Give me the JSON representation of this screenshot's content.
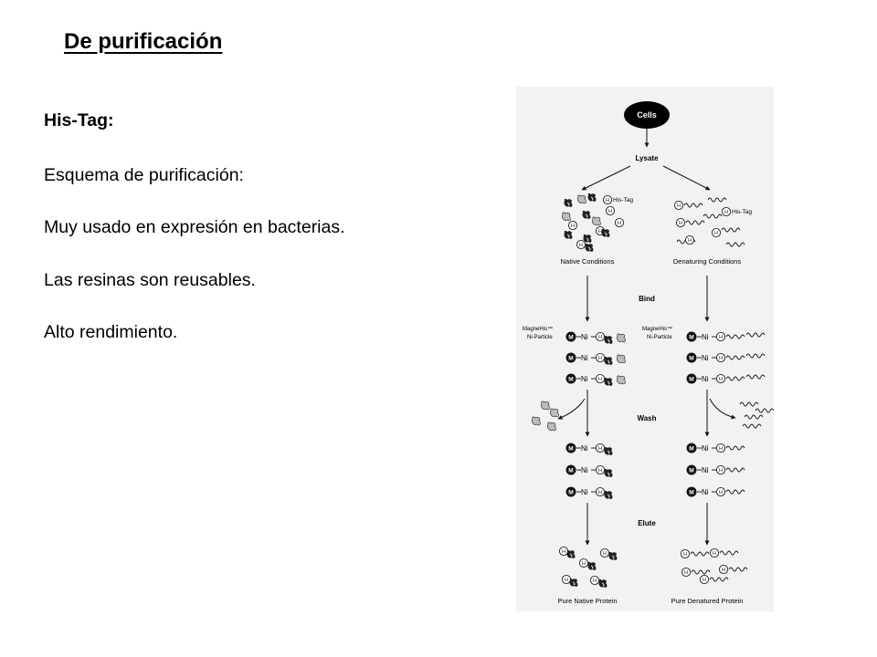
{
  "slide": {
    "title": "De purificación",
    "lines": [
      "His-Tag:",
      "Esquema de purificación:",
      "Muy usado en expresión en bacterias.",
      "Las resinas son reusables.",
      "Alto rendimiento."
    ]
  },
  "diagram": {
    "start_node": "Cells",
    "lysate": "Lysate",
    "his_tag": "His-Tag",
    "native_conditions": "Native Conditions",
    "denaturing_conditions": "Denaturing Conditions",
    "bind": "Bind",
    "wash": "Wash",
    "elute": "Elute",
    "particle_line1": "MagneHis™",
    "particle_line2": "Ni-Particle",
    "m": "M",
    "ni": "Ni",
    "h": "H",
    "pure_native": "Pure Native Protein",
    "pure_denatured": "Pure Denatured Protein"
  }
}
